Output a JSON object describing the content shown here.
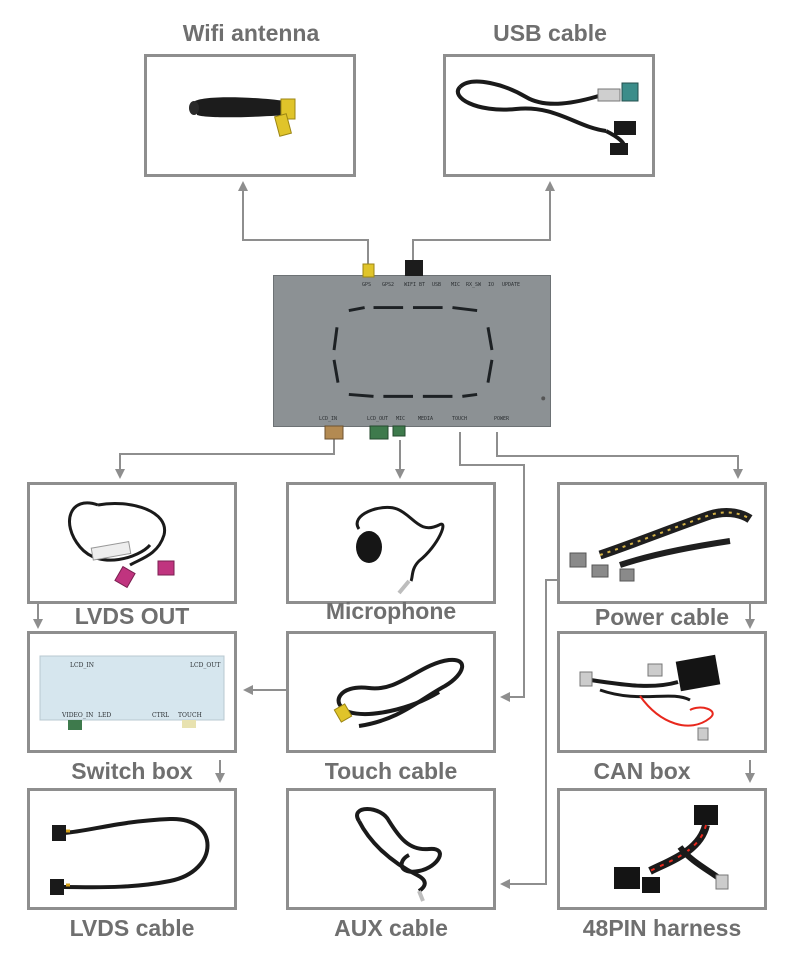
{
  "diagram": {
    "labels": {
      "wifi": "Wifi antenna",
      "usb": "USB cable",
      "lvds_out": "LVDS OUT",
      "microphone": "Microphone",
      "power": "Power cable",
      "switch_box": "Switch box",
      "touch": "Touch cable",
      "can_box": "CAN box",
      "lvds_cable": "LVDS cable",
      "aux": "AUX cable",
      "harness": "48PIN harness"
    },
    "unit_ports_top": [
      "GPS",
      "GPS2",
      "WIFI BT",
      "USB",
      "MIC",
      "RX_SW",
      "IO",
      "UPDATE"
    ],
    "unit_ports_bottom": [
      "LCD_IN",
      "LCD_OUT",
      "MIC",
      "MEDIA",
      "TOUCH",
      "POWER"
    ],
    "switch_box_ports": [
      "LCD_IN",
      "LCD_OUT",
      "VIDEO_IN",
      "LED",
      "CTRL",
      "TOUCH"
    ],
    "colors": {
      "frame": "#8e8e8e",
      "arrow": "#8e8e8e",
      "label": "#6f6f6f",
      "unit_body": "#8c9194",
      "fakra_yellow": "#e0c42a",
      "fakra_pink": "#c0347f",
      "fakra_teal": "#3c8d8a"
    }
  }
}
